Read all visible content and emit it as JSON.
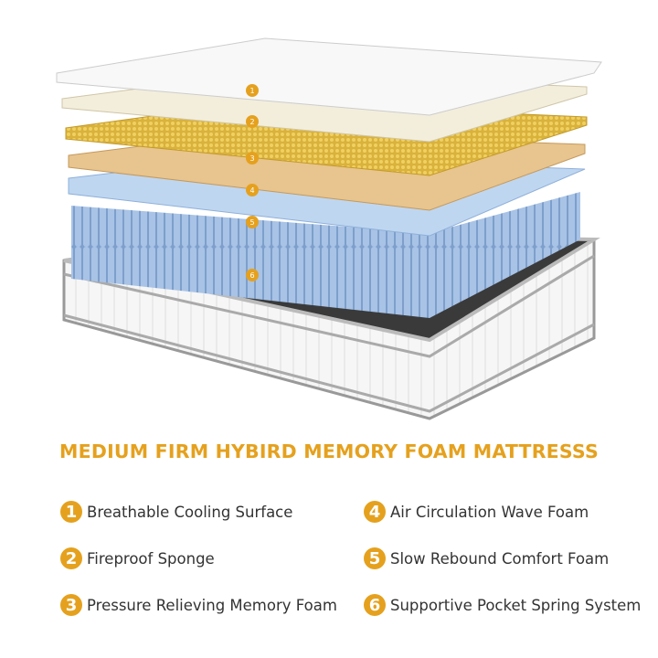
{
  "title": "MEDIUM FIRM HYBIRD MEMORY FOAM MATTRESSS",
  "accent_color": "#E5A11E",
  "layer_markers": [
    "1",
    "2",
    "3",
    "4",
    "5",
    "6"
  ],
  "features": [
    {
      "num": "1",
      "label": "Breathable Cooling Surface"
    },
    {
      "num": "2",
      "label": "Fireproof Sponge"
    },
    {
      "num": "3",
      "label": "Pressure Relieving Memory Foam"
    },
    {
      "num": "4",
      "label": "Air Circulation Wave Foam"
    },
    {
      "num": "5",
      "label": "Slow Rebound Comfort Foam"
    },
    {
      "num": "6",
      "label": "Supportive Pocket Spring System"
    }
  ]
}
